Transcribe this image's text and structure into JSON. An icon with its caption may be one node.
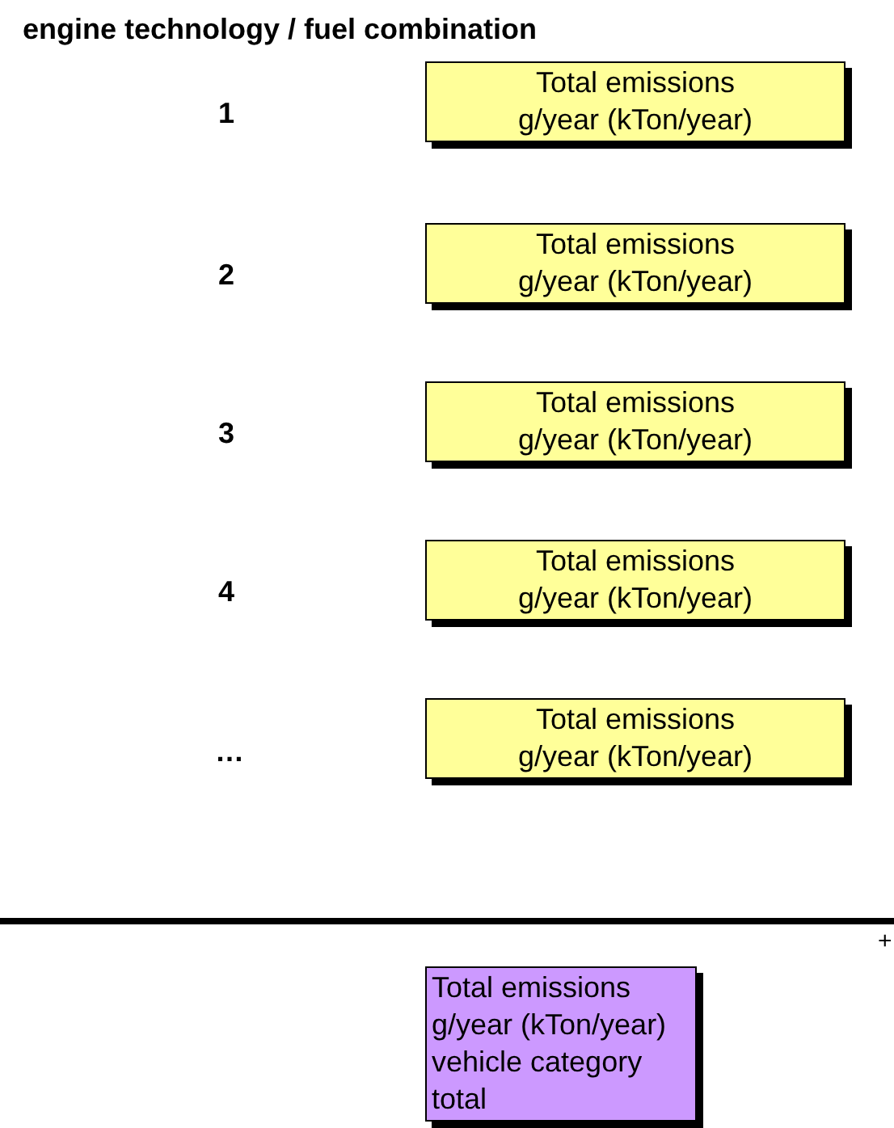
{
  "diagram": {
    "title": "engine technology / fuel combination",
    "nodes": [
      {
        "text": [
          "Total emissions g/year (kTon/year)"
        ]
      },
      {
        "text": [
          "Total emissions g/year (kTon/year)"
        ]
      },
      {
        "text": [
          "Total emissions g/year (kTon/year)"
        ]
      },
      {
        "text": [
          "Total emissions g/year (kTon/year)"
        ]
      },
      {
        "text": [
          "Total emissions g/year (kTon/year)"
        ]
      },
      {
        "text": [
          "Total emissions g/year (kTon/year) vehicle category total"
        ]
      }
    ],
    "edges": [],
    "labels": [
      "1",
      "2",
      "3",
      "4",
      "…",
      "+"
    ]
  }
}
